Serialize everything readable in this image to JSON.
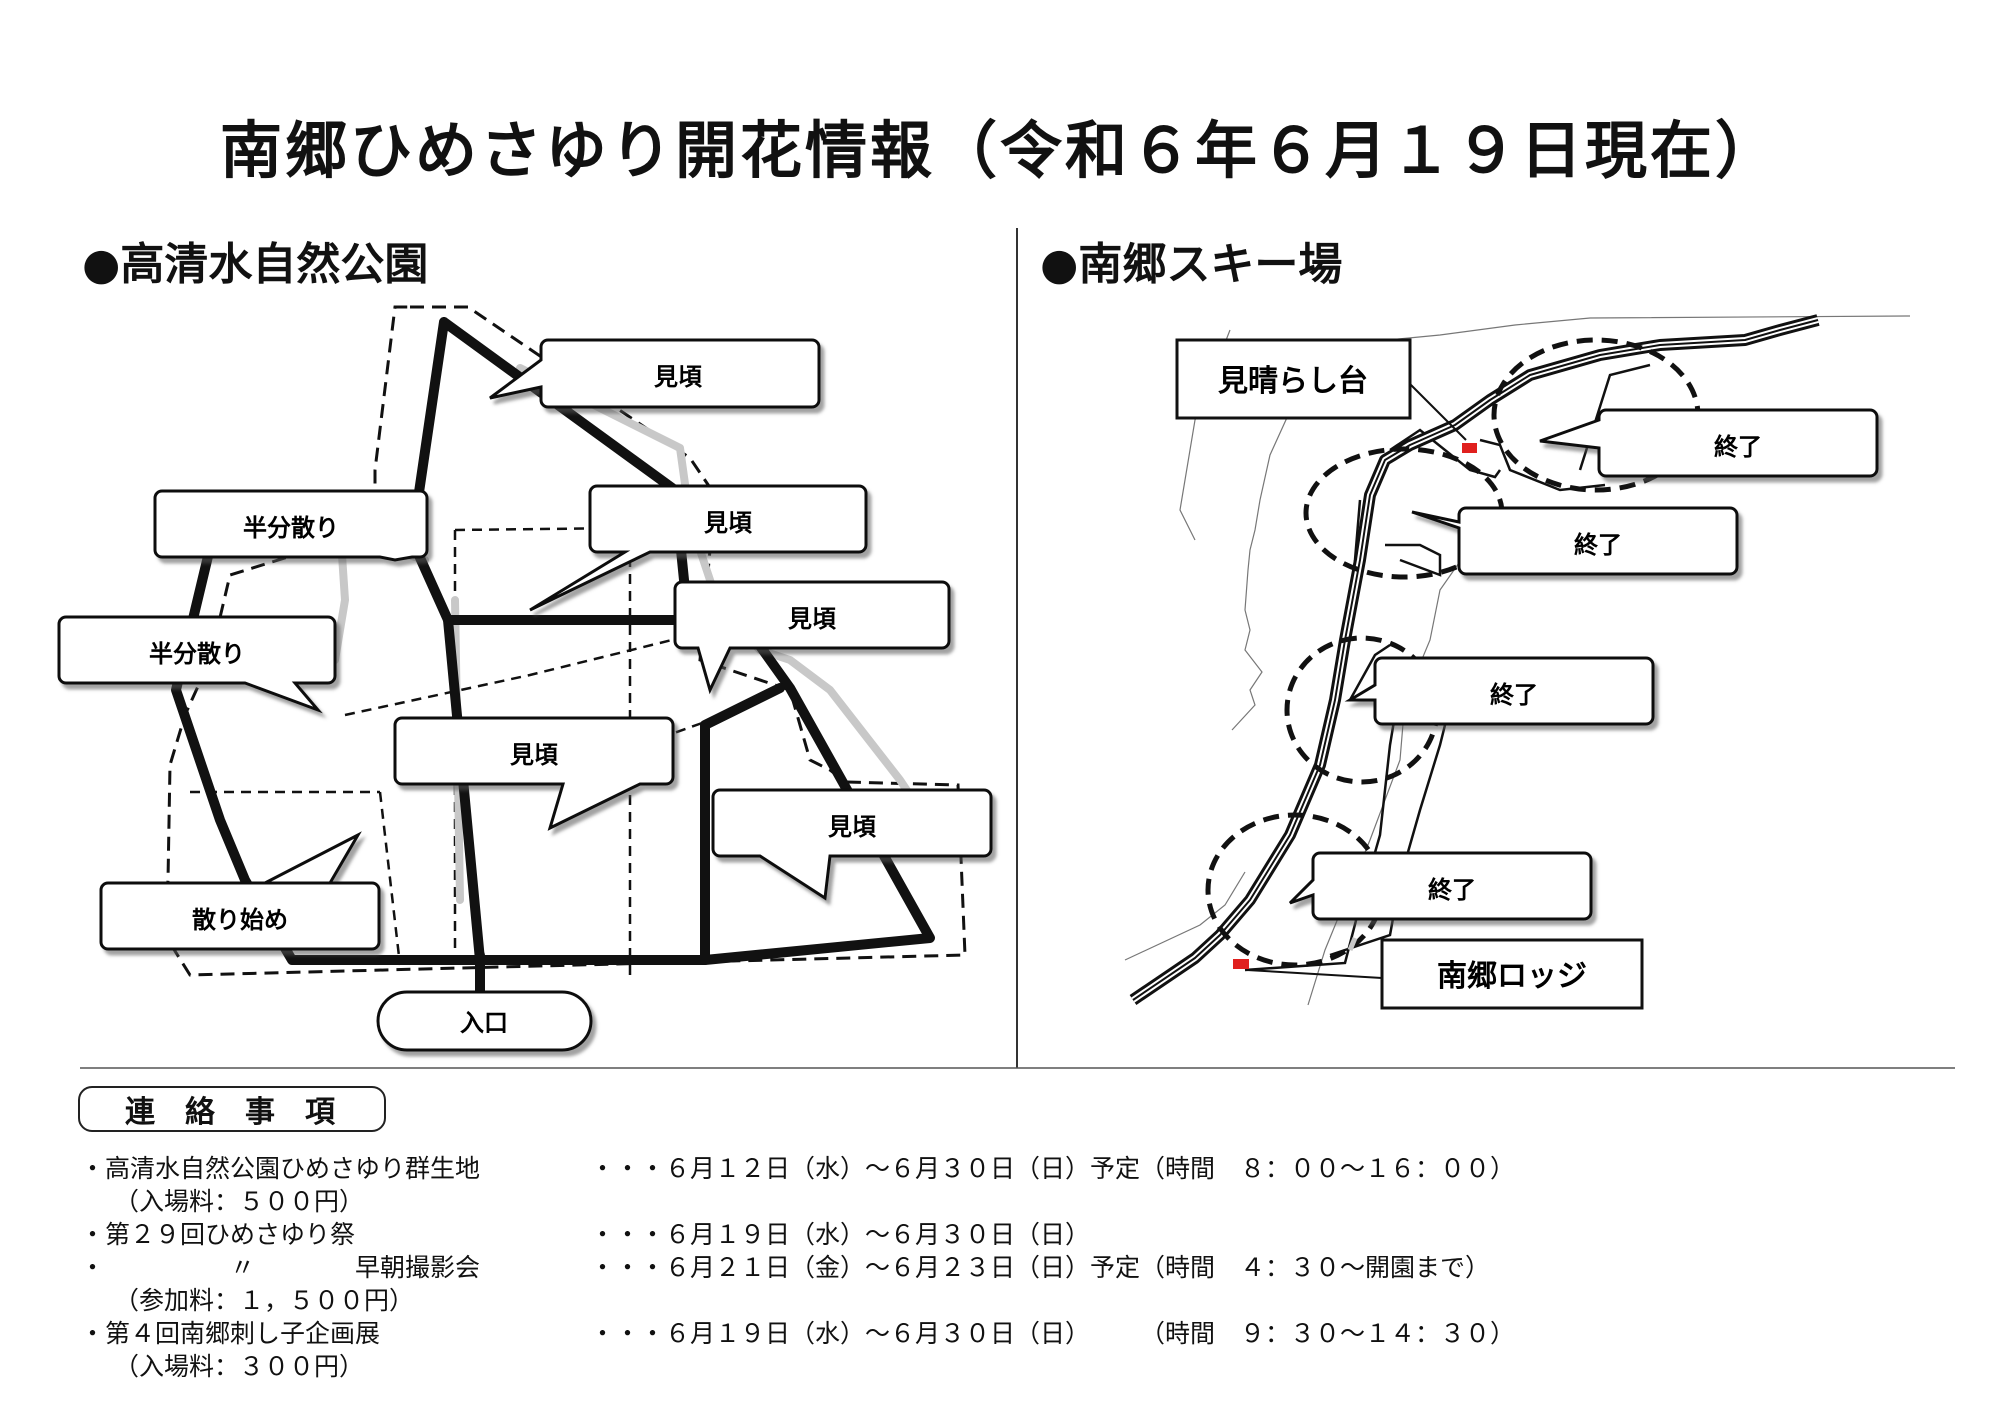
{
  "title": "南郷ひめさゆり開花情報（令和６年６月１９日現在）",
  "left_map": {
    "heading": "●高清水自然公園",
    "callouts": [
      "見頃",
      "半分散り",
      "見頃",
      "見頃",
      "半分散り",
      "見頃",
      "見頃",
      "散り始め"
    ],
    "entrance": "入口"
  },
  "right_map": {
    "heading": "●南郷スキー場",
    "lookout": "見晴らし台",
    "callouts": [
      "終了",
      "終了",
      "終了",
      "終了"
    ],
    "lodge": "南郷ロッジ",
    "marker_color": "#e0201e"
  },
  "notes": {
    "badge": "連絡事項",
    "rows": [
      {
        "left": "・高清水自然公園ひめさゆり群生地",
        "right": "・・・６月１２日（水）～６月３０日（日）予定（時間　８：００～１６：００）"
      },
      {
        "sub": "（入場料：５００円）"
      },
      {
        "left": "・第２９回ひめさゆり祭",
        "right": "・・・６月１９日（水）～６月３０日（日）"
      },
      {
        "left": "・　　　　　〃　　　　早朝撮影会",
        "right": "・・・６月２１日（金）～６月２３日（日）予定（時間　４：３０～開園まで）"
      },
      {
        "sub": "（参加料：１，５００円）"
      },
      {
        "left": "・第４回南郷刺し子企画展",
        "right": "・・・６月１９日（水）～６月３０日（日）　　　（時間　９：３０～１４：３０）"
      },
      {
        "sub": "（入場料：３００円）"
      }
    ]
  }
}
